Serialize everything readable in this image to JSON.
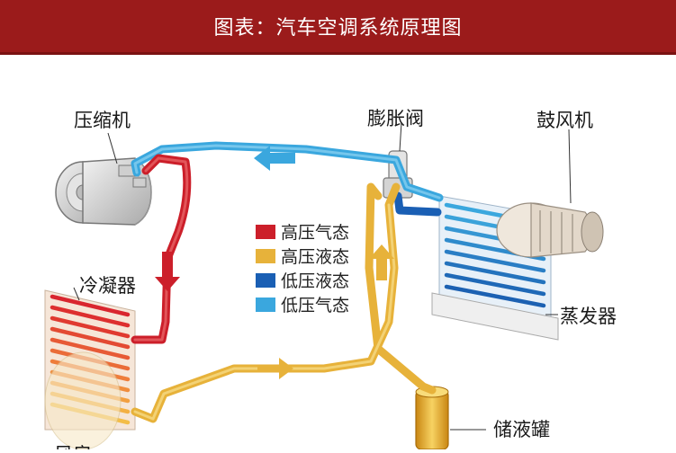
{
  "header": {
    "title": "图表：汽车空调系统原理图"
  },
  "components": {
    "compressor": "压缩机",
    "expansion_valve": "膨胀阀",
    "blower": "鼓风机",
    "condenser": "冷凝器",
    "evaporator": "蒸发器",
    "receiver": "储液罐",
    "radiator_fan_partial": "风扇"
  },
  "legend": {
    "items": [
      {
        "label": "高压气态",
        "color": "#cc1f2a"
      },
      {
        "label": "高压液态",
        "color": "#e7b23a"
      },
      {
        "label": "低压液态",
        "color": "#1a5fb4"
      },
      {
        "label": "低压气态",
        "color": "#3aa7de"
      }
    ]
  },
  "colors": {
    "title_bar": "#9b1b1b",
    "high_pressure_gas": "#cc1f2a",
    "high_pressure_liquid": "#e7b23a",
    "low_pressure_liquid": "#1a5fb4",
    "low_pressure_gas": "#3aa7de"
  }
}
